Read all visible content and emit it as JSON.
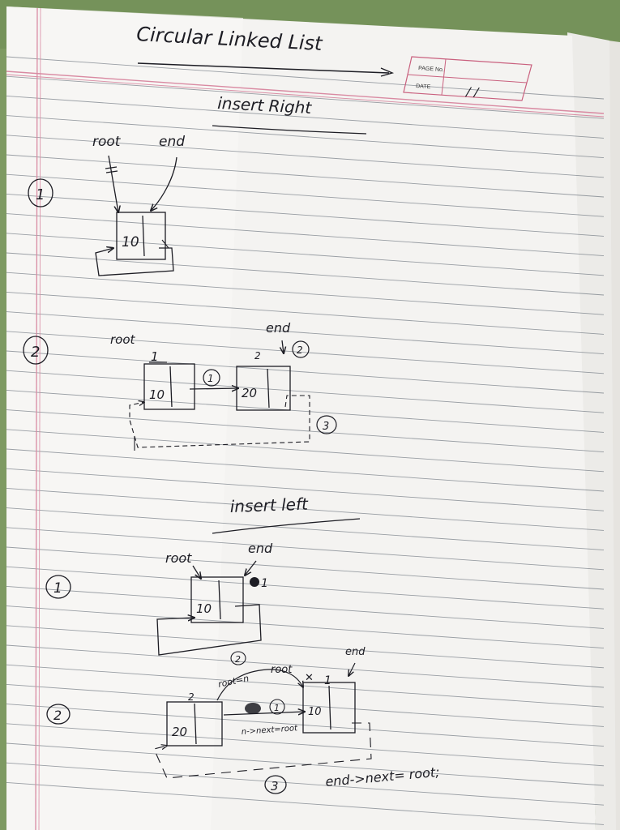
{
  "colors": {
    "background": "#7e9a62",
    "paper": "#f4f3f1",
    "rule_line": "#4e5864",
    "margin_line": "#d98aa2",
    "ink": "#1d1d24",
    "form_border": "#c9607e"
  },
  "page_form": {
    "page_no_label": "PAGE No.",
    "date_label": "DATE",
    "date_value": "/ /"
  },
  "title": "Circular Linked List",
  "sections": {
    "insert_right": {
      "heading": "insert Right",
      "case1": {
        "number": "1",
        "label_root": "root",
        "label_end": "end",
        "node_value": "10"
      },
      "case2": {
        "number": "2",
        "label_root": "root",
        "label_end": "end",
        "node1_index": "1",
        "node1_value": "10",
        "node2_index": "2",
        "node2_value": "20",
        "step1": "1",
        "step2": "2",
        "step3": "3"
      }
    },
    "insert_left": {
      "heading": "insert left",
      "case1": {
        "number": "1",
        "label_root": "root",
        "label_end": "end",
        "node_value": "10",
        "index_mark": "1"
      },
      "case2": {
        "number": "2",
        "label_end": "end",
        "node_left_index": "2",
        "node_left_value": "20",
        "node_right_index": "1",
        "node_right_value": "10",
        "step1": "1",
        "step2": "2",
        "step3": "3",
        "note_top": "root=n",
        "note_root": "root",
        "note_bottom": "n->next=root",
        "code": "end->next= root;"
      }
    }
  }
}
